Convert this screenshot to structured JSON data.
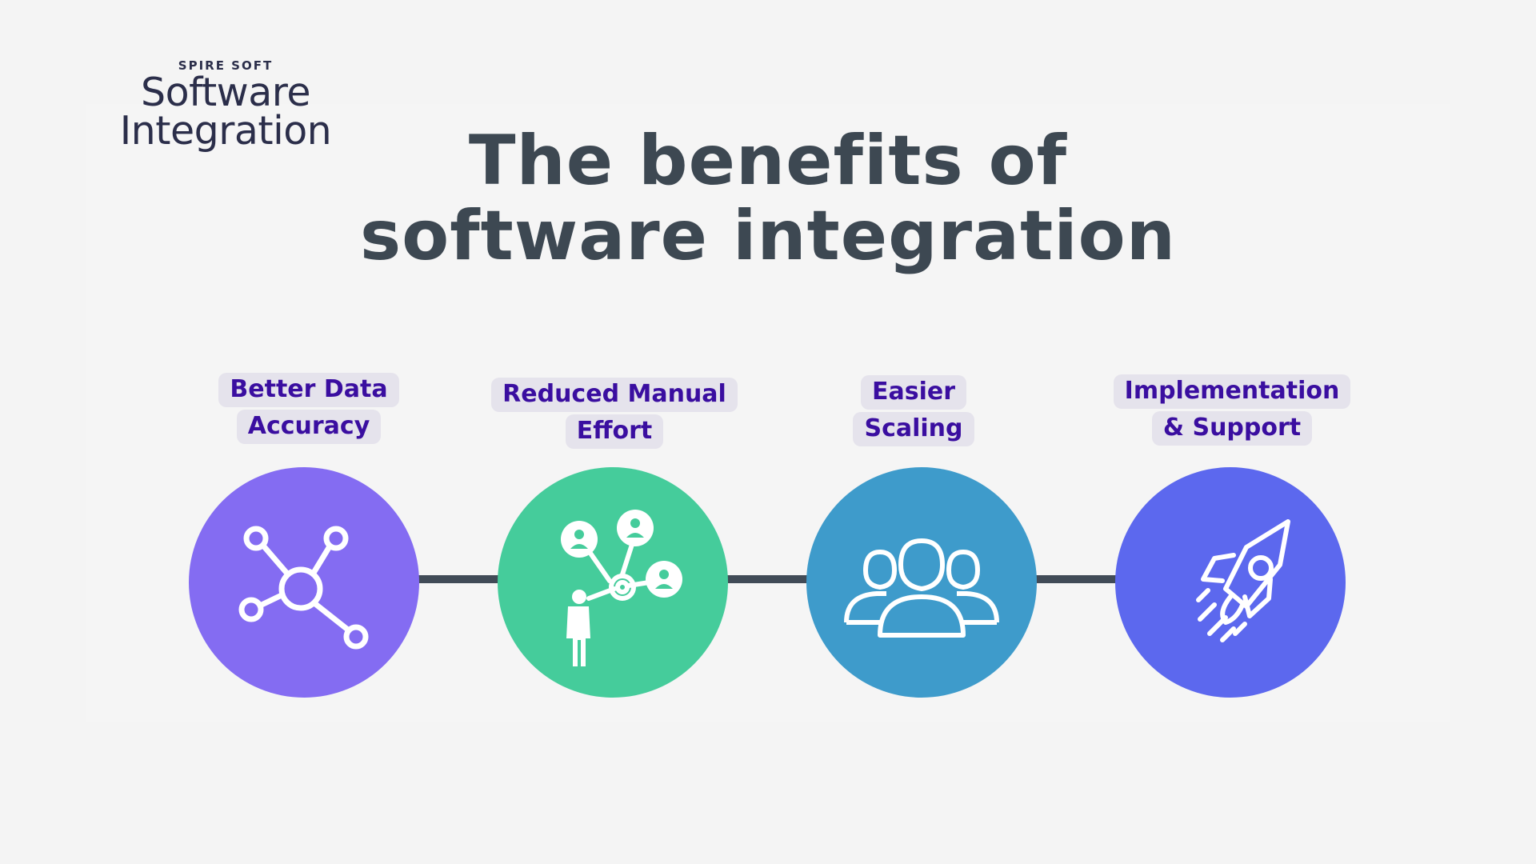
{
  "logo": {
    "brand": "SPIRE SOFT",
    "line1": "Software",
    "line2": "Integration"
  },
  "headline": {
    "line1": "The benefits of",
    "line2": "software integration"
  },
  "colors": {
    "background": "#f4f4f4",
    "headline": "#3d4852",
    "label_text": "#3a0ea0",
    "label_bg": "#e5e3ec",
    "connector": "#414b57"
  },
  "steps": [
    {
      "label_line1": "Better Data",
      "label_line2": "Accuracy",
      "icon": "network-nodes-icon",
      "color": "#846cf2"
    },
    {
      "label_line1": "Reduced Manual",
      "label_line2": "Effort",
      "icon": "person-connections-icon",
      "color": "#45cc9b"
    },
    {
      "label_line1": "Easier",
      "label_line2": "Scaling",
      "icon": "group-people-icon",
      "color": "#3e9bcb"
    },
    {
      "label_line1": "Implementation",
      "label_line2": "& Support",
      "icon": "rocket-icon",
      "color": "#5c68ee"
    }
  ]
}
